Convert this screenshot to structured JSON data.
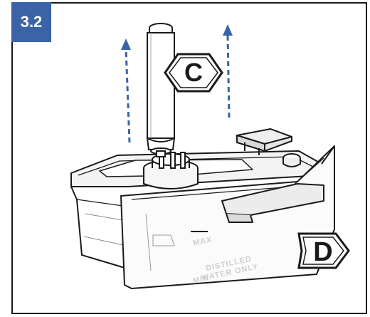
{
  "step": {
    "number": "3.2"
  },
  "callouts": {
    "filter_label": "C",
    "tank_label": "D"
  },
  "tank_markings": {
    "max": "MAX",
    "line1": "DISTILLED",
    "line2": "WATER ONLY",
    "min": "MIN"
  },
  "colors": {
    "badge": "#3b63a8",
    "arrow": "#3b63a8",
    "outline": "#1a1a1a"
  },
  "icons": [
    "arrow-up-icon",
    "arrow-up-icon"
  ]
}
